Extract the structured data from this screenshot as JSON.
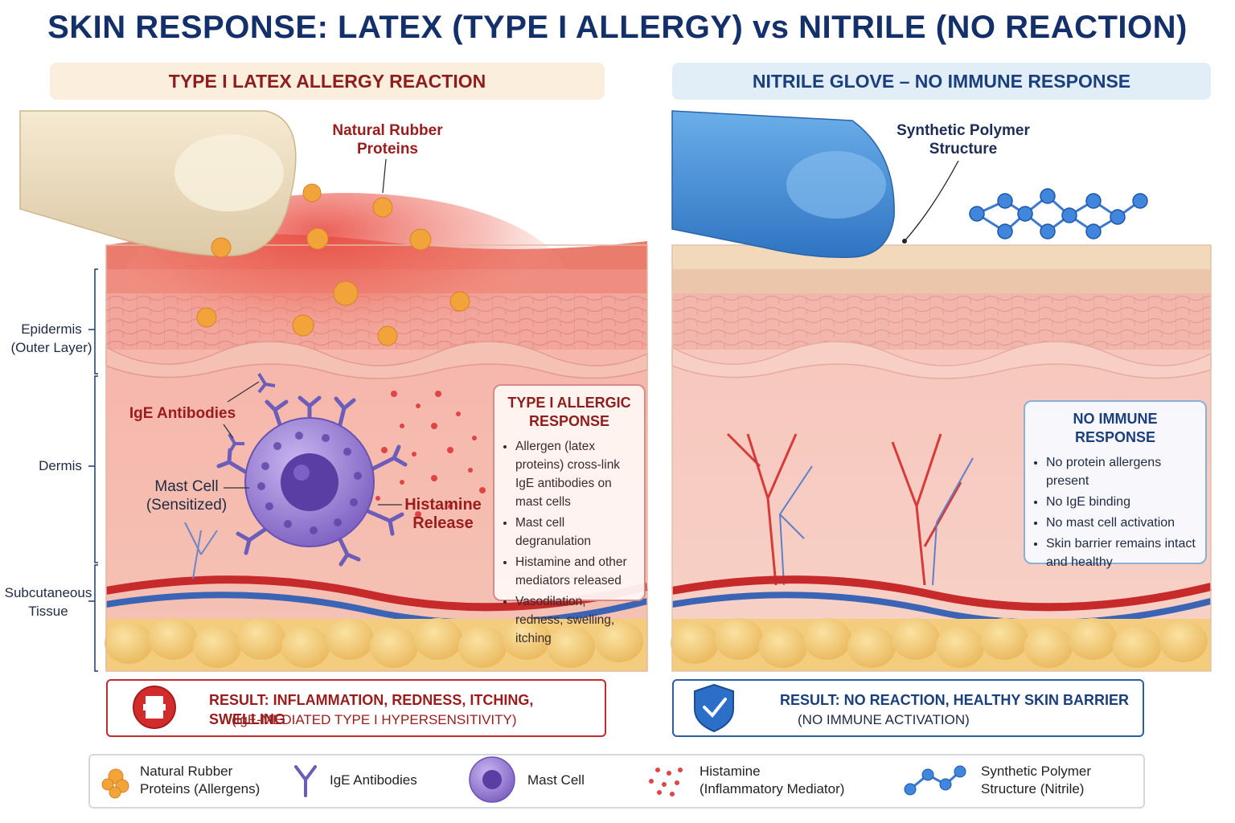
{
  "title": "SKIN RESPONSE: LATEX (TYPE I ALLERGY) vs NITRILE (NO REACTION)",
  "left_panel": {
    "header": "TYPE I LATEX ALLERGY REACTION",
    "label_proteins": "Natural Rubber\nProteins",
    "label_ige": "IgE Antibodies",
    "label_mast": "Mast Cell\n(Sensitized)",
    "label_histamine": "Histamine\nRelease",
    "box_title": "TYPE I ALLERGIC RESPONSE",
    "box_items": [
      "Allergen (latex proteins) cross-link IgE antibodies on mast cells",
      "Mast cell degranulation",
      "Histamine and other mediators released",
      "Vasodilation, redness, swelling, itching"
    ],
    "result_main": "RESULT: INFLAMMATION, REDNESS, ITCHING, SWELLING",
    "result_sub": "(IgE-MEDIATED TYPE I HYPERSENSITIVITY)"
  },
  "right_panel": {
    "header": "NITRILE GLOVE – NO IMMUNE RESPONSE",
    "label_polymer": "Synthetic Polymer\nStructure",
    "box_title": "NO IMMUNE RESPONSE",
    "box_items": [
      "No protein allergens present",
      "No IgE binding",
      "No mast cell activation",
      "Skin barrier remains intact and healthy"
    ],
    "result_main": "RESULT: NO REACTION, HEALTHY SKIN BARRIER",
    "result_sub": "(NO IMMUNE ACTIVATION)"
  },
  "layers": {
    "epidermis": "Epidermis\n(Outer Layer)",
    "dermis": "Dermis",
    "subcutaneous": "Subcutaneous\nTissue"
  },
  "legend": {
    "proteins": "Natural Rubber\nProteins (Allergens)",
    "ige": "IgE Antibodies",
    "mast": "Mast Cell",
    "histamine": "Histamine\n(Inflammatory Mediator)",
    "polymer": "Synthetic Polymer\nStructure (Nitrile)"
  },
  "colors": {
    "title": "#13306b",
    "latex_accent": "#c22c2c",
    "nitrile_accent": "#2b5fa3",
    "glove_blue": "#4c93d8",
    "allergen_orange": "#f2a33a",
    "mast_purple": "#8a6cc9"
  }
}
